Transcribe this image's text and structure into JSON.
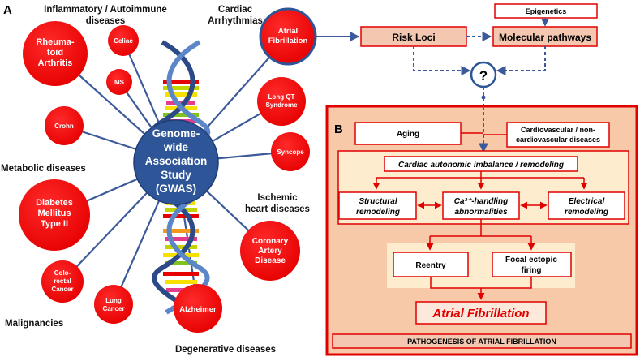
{
  "panel_a": {
    "letter": "A",
    "hub": [
      "Genome-",
      "wide",
      "Association",
      "Study",
      "(GWAS)"
    ],
    "groups": {
      "inflammatory": [
        "Inflammatory / Autoimmune",
        "diseases"
      ],
      "cardiac": [
        "Cardiac",
        "Arrhythmias"
      ],
      "metabolic": [
        "Metabolic diseases"
      ],
      "ischemic": [
        "Ischemic",
        "heart diseases"
      ],
      "malignancies": [
        "Malignancies"
      ],
      "degenerative": [
        "Degenerative diseases"
      ]
    },
    "diseases": {
      "ra": [
        "Rheuma-",
        "toid",
        "Arthritis"
      ],
      "celiac": [
        "Celiac"
      ],
      "ms": [
        "MS"
      ],
      "crohn": [
        "Crohn"
      ],
      "af": [
        "Atrial",
        "Fibrillation"
      ],
      "lqt": [
        "Long QT",
        "Syndrome"
      ],
      "syncope": [
        "Syncope"
      ],
      "diabetes": [
        "Diabetes",
        "Mellitus",
        "Type II"
      ],
      "cad": [
        "Coronary",
        "Artery",
        "Disease"
      ],
      "crc": [
        "Colo-",
        "rectal",
        "Cancer"
      ],
      "lung": [
        "Lung",
        "Cancer"
      ],
      "alz": [
        "Alzheimer"
      ]
    },
    "flow": {
      "risk_loci": "Risk Loci",
      "molecular": "Molecular pathways",
      "epigenetics": "Epigenetics",
      "question": "?"
    }
  },
  "panel_b": {
    "letter": "B",
    "aging": "Aging",
    "cardio": [
      "Cardiovascular / non-",
      "cardiovascular diseases"
    ],
    "autonomic": "Cardiac autonomic imbalance / remodeling",
    "structural": [
      "Structural",
      "remodeling"
    ],
    "calcium": [
      "Ca²⁺-handling",
      "abnormalities"
    ],
    "electrical": [
      "Electrical",
      "remodeling"
    ],
    "reentry": "Reentry",
    "focal": [
      "Focal ectopic",
      "firing"
    ],
    "af": "Atrial Fibrillation",
    "footer": "PATHOGENESIS OF ATRIAL FIBRILLATION"
  },
  "colors": {
    "red": "#ff0000",
    "dark_red": "#c00000",
    "hub_blue": "#2e5597",
    "line_blue": "#3c5a9a",
    "salmon": "#f4c7b0",
    "peach": "#f8c9a8",
    "cream": "#fdeccd"
  }
}
